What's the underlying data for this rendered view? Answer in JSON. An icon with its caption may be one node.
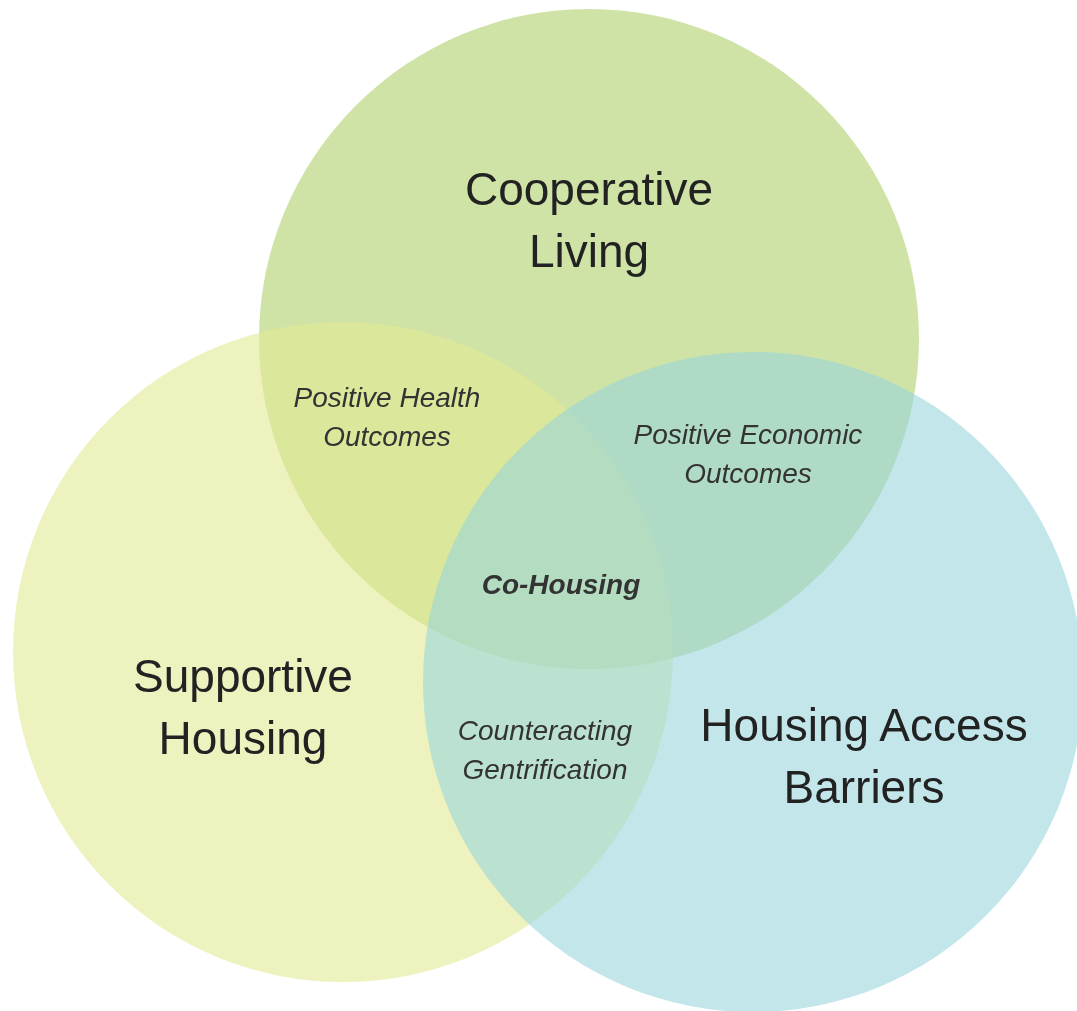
{
  "diagram": {
    "nodes": [
      {
        "text": [
          "Cooperative Living"
        ]
      },
      {
        "text": [
          "Supportive Housing"
        ]
      },
      {
        "text": [
          "Housing Access Barriers"
        ]
      }
    ],
    "labels": [
      "Positive Health Outcomes",
      "Positive Economic Outcomes",
      "Co-Housing",
      "Counteracting Gentrification"
    ]
  }
}
